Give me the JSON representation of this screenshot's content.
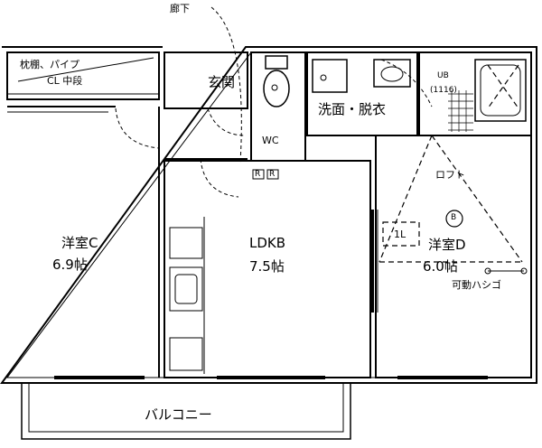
{
  "labels": {
    "corridor": "廊下",
    "storage_line1": "枕棚、パイプ",
    "storage_line2": "CL  中段",
    "entrance": "玄関",
    "wc": "WC",
    "washroom": "洗面・脱衣",
    "ub": "UB",
    "ub_size": "(1116)",
    "loft": "ロフト",
    "circle_b": "B",
    "loft_mark": "1L",
    "room_c": "洋室C",
    "room_c_size": "6.9帖",
    "ldk": "LDKB",
    "ldk_size": "7.5帖",
    "room_d": "洋室D",
    "room_d_size": "6.0帖",
    "ladder": "可動ハシゴ",
    "balcony": "バルコニー",
    "r1": "R",
    "r2": "R"
  }
}
